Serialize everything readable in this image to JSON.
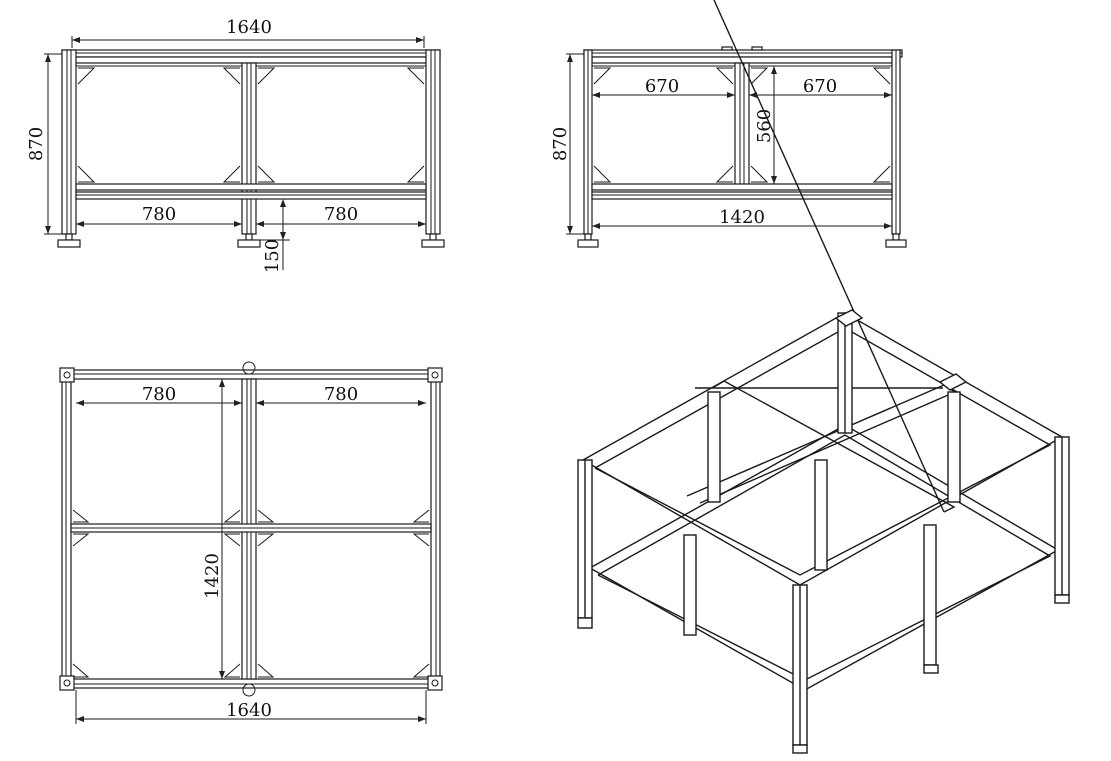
{
  "front_view": {
    "overall_width": "1640",
    "height": "870",
    "bay_left": "780",
    "bay_right": "780",
    "foot_clearance": "150"
  },
  "side_view": {
    "height": "870",
    "bay_left": "670",
    "bay_right": "670",
    "inner_height": "560",
    "overall_depth": "1420"
  },
  "top_view": {
    "bay_left": "780",
    "bay_right": "780",
    "depth": "1420",
    "overall_width": "1640"
  }
}
